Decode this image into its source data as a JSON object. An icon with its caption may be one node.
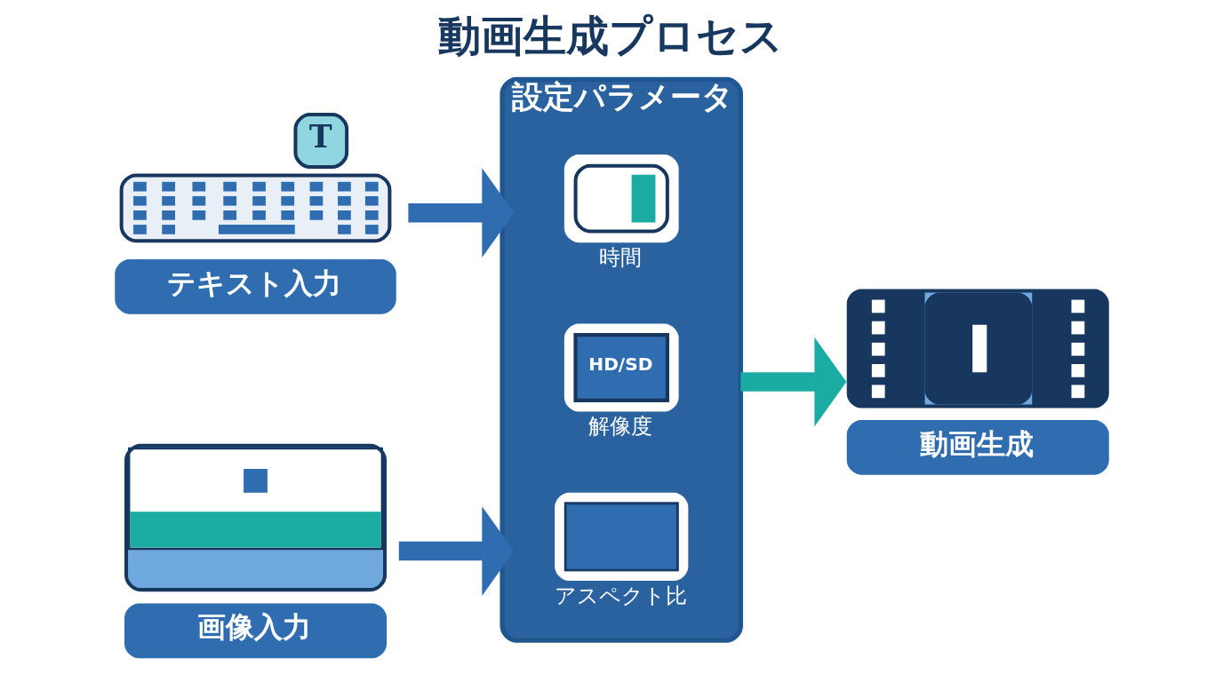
{
  "diagram": {
    "title": "動画生成プロセス",
    "nodes": [
      {
        "text": [
          "T",
          "テキスト入力"
        ]
      },
      {
        "text": [
          "画像入力"
        ]
      },
      {
        "text": [
          "設定パラメータ"
        ]
      },
      {
        "text": [
          "時間"
        ],
        "in": 2
      },
      {
        "text": [
          "HD/SD",
          "解像度"
        ],
        "in": 2
      },
      {
        "text": [
          "アスペクト比"
        ],
        "in": 2
      },
      {
        "text": [
          "動画生成"
        ]
      }
    ],
    "edges": [
      {
        "from": 0,
        "to": 2,
        "arrow": "to"
      },
      {
        "from": 1,
        "to": 2,
        "arrow": "to"
      },
      {
        "from": 2,
        "to": 6,
        "arrow": "to",
        "color": "#1aaba3"
      }
    ]
  }
}
